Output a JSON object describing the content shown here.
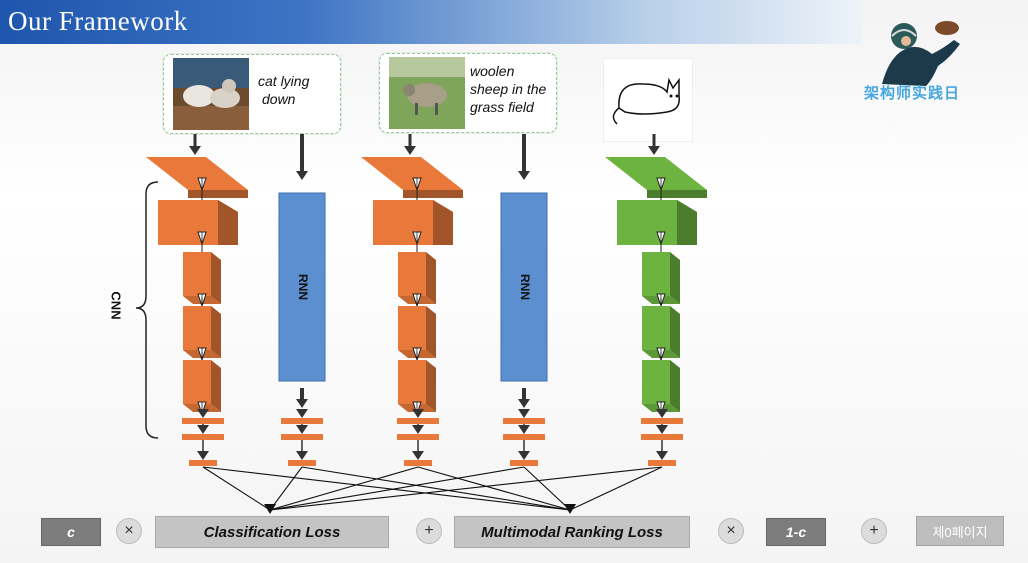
{
  "header": {
    "title": "Our Framework"
  },
  "logo": {
    "text": "架构师实践日"
  },
  "inputs": [
    {
      "caption": [
        "cat lying",
        "down"
      ]
    },
    {
      "caption": [
        "woolen",
        "sheep in the",
        "grass field"
      ]
    },
    {
      "caption": []
    }
  ],
  "labels": {
    "cnn": "CNN",
    "rnn": "RNN"
  },
  "bottom": {
    "c": "c",
    "times": "×",
    "classification_loss": "Classification Loss",
    "plus": "+",
    "ranking_loss": "Multimodal Ranking Loss",
    "one_minus_c": "1-c",
    "slide_number": "제0페이지"
  },
  "colors": {
    "cnn_branch": "#e8793a",
    "sketch_branch": "#6db33f",
    "rnn": "#5b8fd0",
    "feature_bar": "#e8793a"
  }
}
